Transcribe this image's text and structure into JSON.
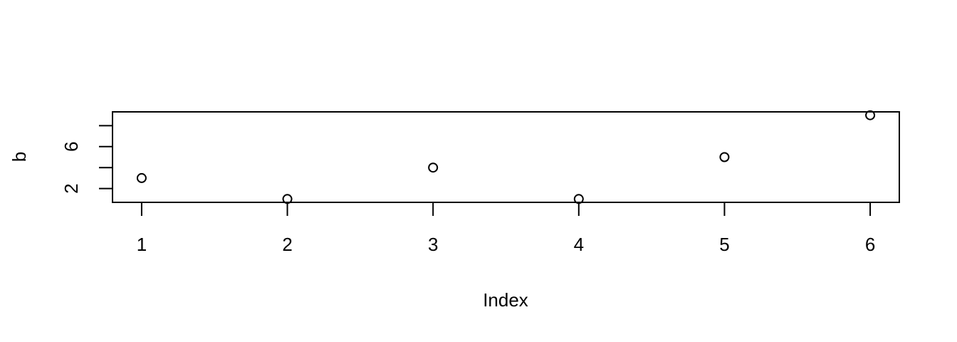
{
  "chart_data": {
    "type": "scatter",
    "title": "",
    "xlabel": "Index",
    "ylabel": "b",
    "x": [
      1,
      2,
      3,
      4,
      5,
      6
    ],
    "y": [
      3,
      1,
      4,
      1,
      5,
      9
    ],
    "xticks": [
      "1",
      "2",
      "3",
      "4",
      "5",
      "6"
    ],
    "yticks_labeled": [
      "2",
      "6"
    ],
    "yticks": [
      2,
      4,
      6,
      8
    ],
    "xlim": [
      0.8,
      6.2
    ],
    "ylim": [
      0.68,
      9.32
    ],
    "marker": "open-circle",
    "grid": false,
    "colors": {
      "points": "#000000",
      "axes": "#000000",
      "background": "#ffffff"
    }
  }
}
